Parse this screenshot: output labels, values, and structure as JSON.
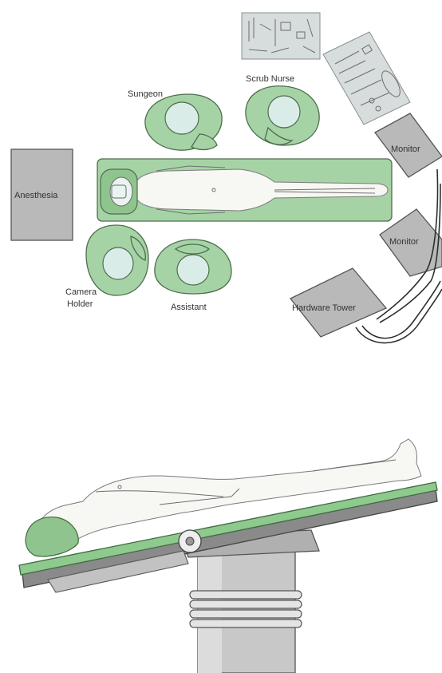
{
  "top_view": {
    "labels": {
      "anesthesia": "Anesthesia",
      "surgeon": "Sungeon",
      "scrub_nurse": "Scrub Nurse",
      "monitor_1": "Monitor",
      "monitor_2": "Monitor",
      "camera_holder_line1": "Camera",
      "camera_holder_line2": "Holder",
      "assistant": "Assistant",
      "hardware_tower": "Hardware Tower"
    }
  },
  "colors": {
    "drape_green": "#a6d3a6",
    "equipment_gray": "#b9b9b9",
    "outline": "#555555"
  }
}
